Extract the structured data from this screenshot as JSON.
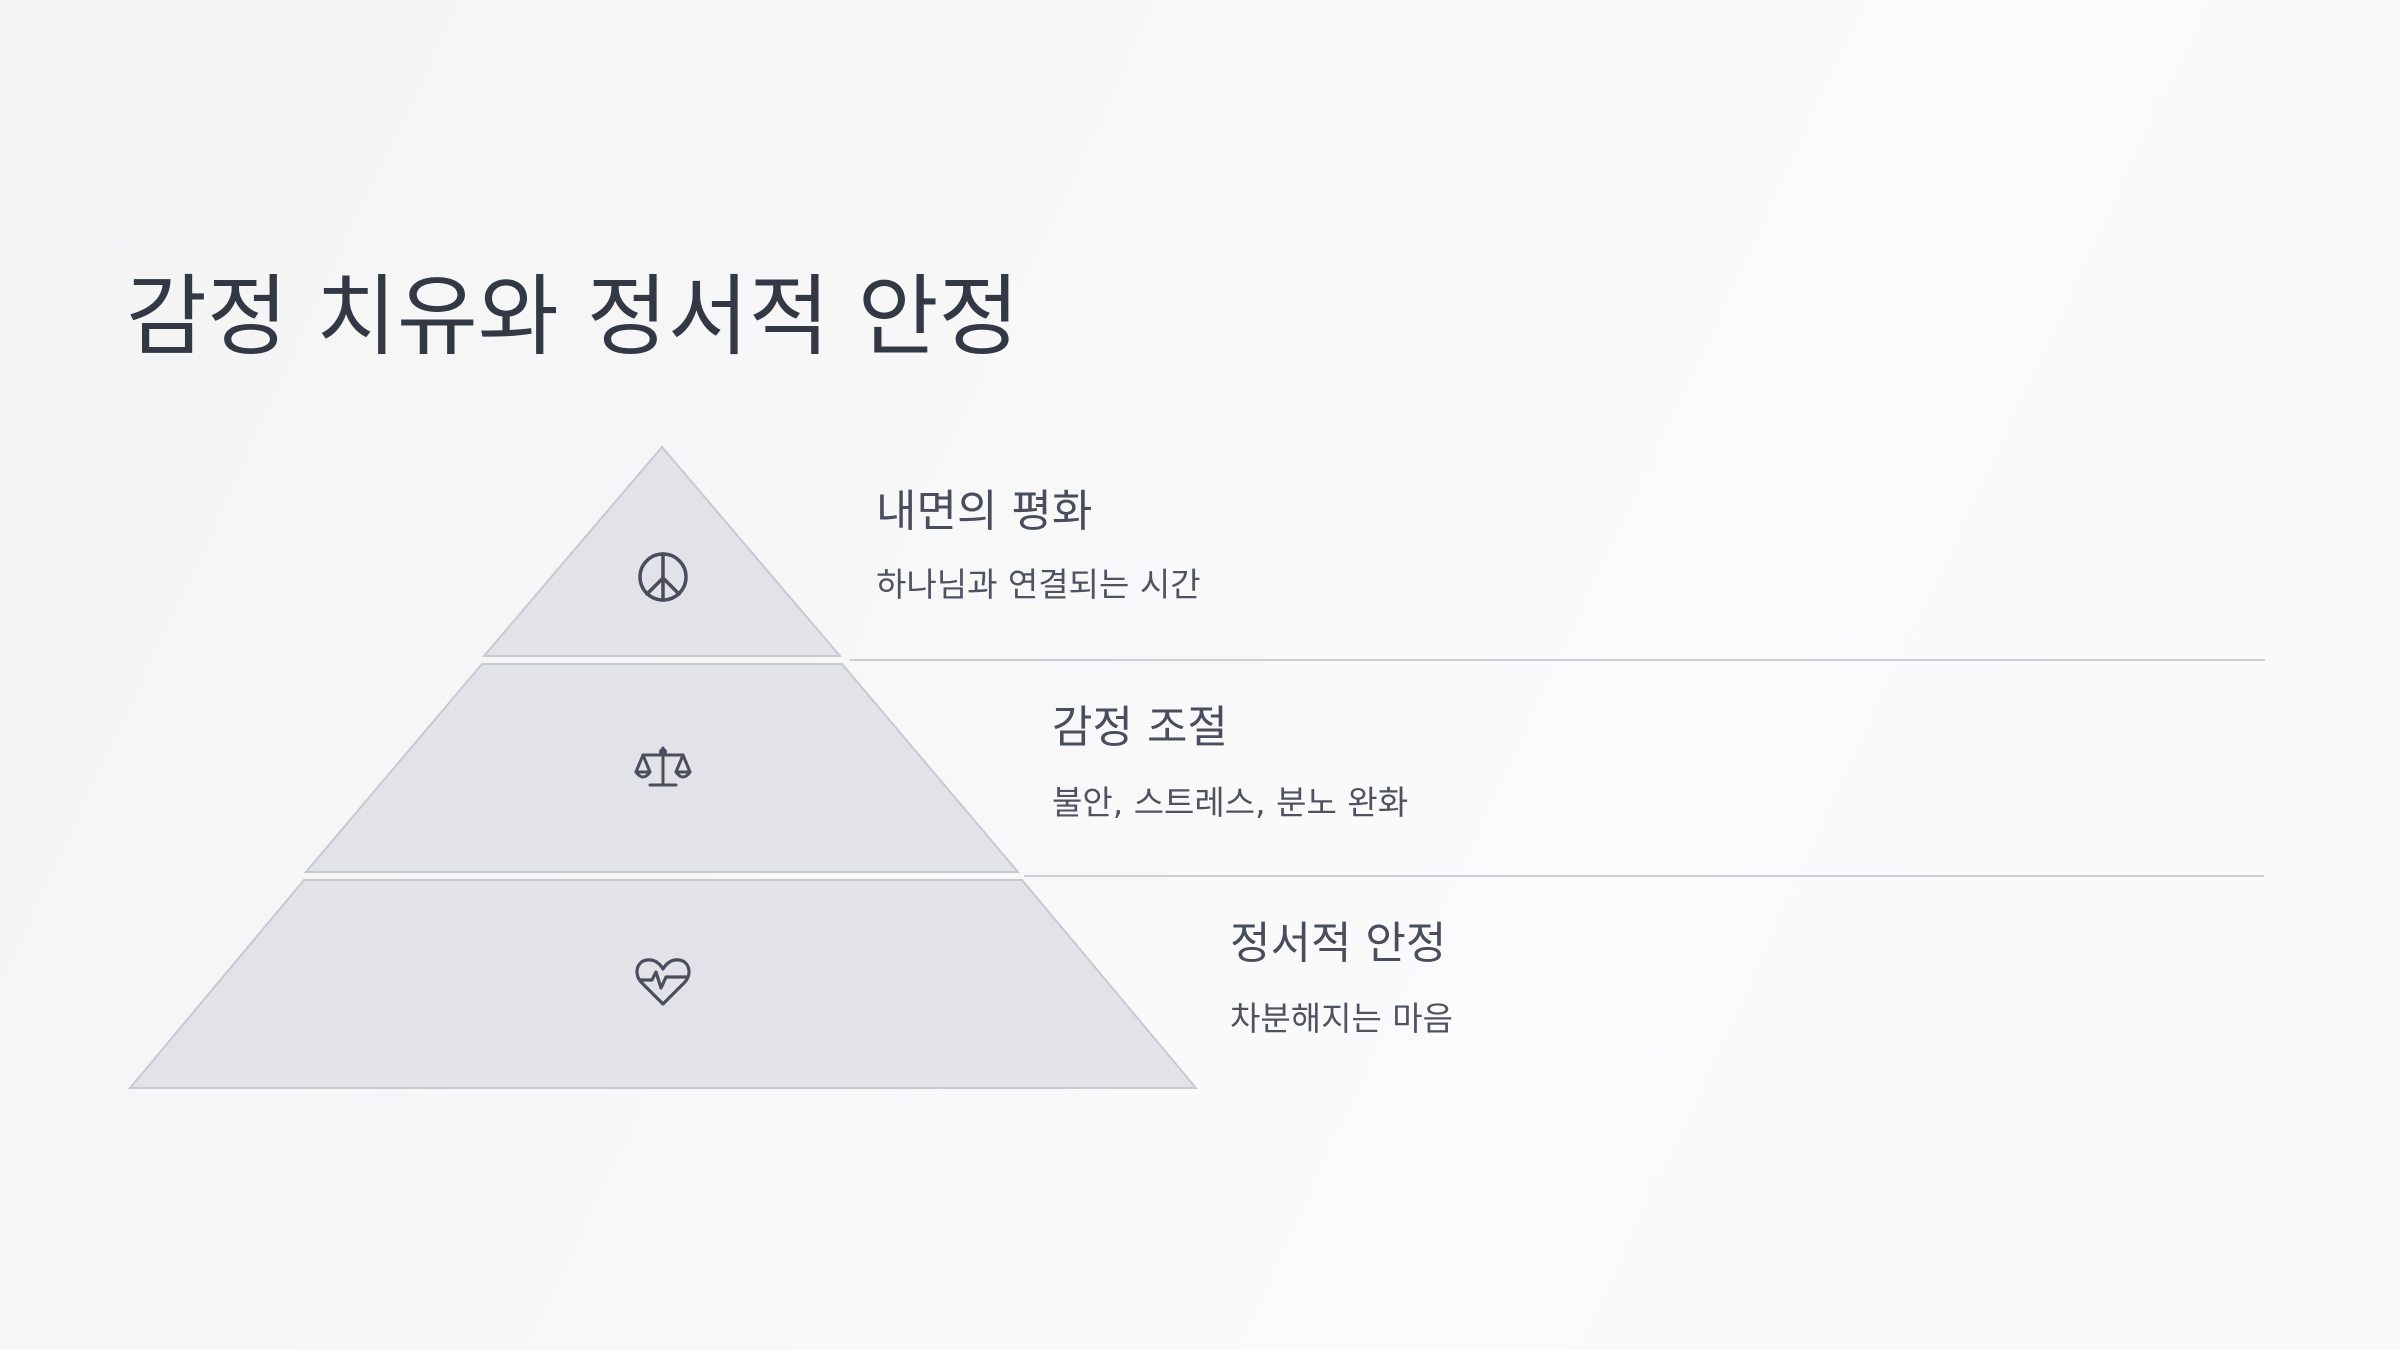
{
  "title": "감정 치유와 정서적 안정",
  "levels": [
    {
      "title": "내면의 평화",
      "description": "하나님과 연결되는 시간",
      "icon": "peace-icon"
    },
    {
      "title": "감정 조절",
      "description": "불안, 스트레스, 분노 완화",
      "icon": "scale-icon"
    },
    {
      "title": "정서적 안정",
      "description": "차분해지는 마음",
      "icon": "heart-pulse-icon"
    }
  ],
  "colors": {
    "pyramid_fill": "#e2e3e8",
    "pyramid_stroke": "#c8c9d1",
    "text_dark": "#333845",
    "divider": "#cdced5"
  }
}
